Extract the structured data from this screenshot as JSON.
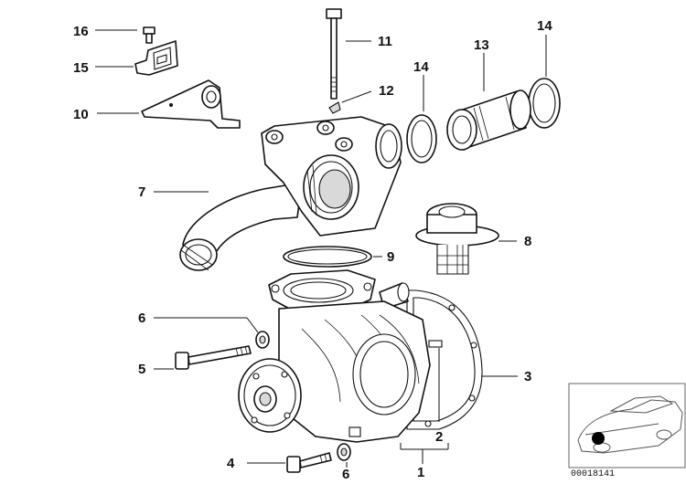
{
  "diagram": {
    "callouts": {
      "c1": "1",
      "c2": "2",
      "c3": "3",
      "c4": "4",
      "c5": "5",
      "c6a": "6",
      "c6b": "6",
      "c7": "7",
      "c8": "8",
      "c9": "9",
      "c10": "10",
      "c11": "11",
      "c12": "12",
      "c13": "13",
      "c14a": "14",
      "c14b": "14",
      "c15": "15",
      "c16": "16"
    },
    "document_number": "00018141"
  }
}
